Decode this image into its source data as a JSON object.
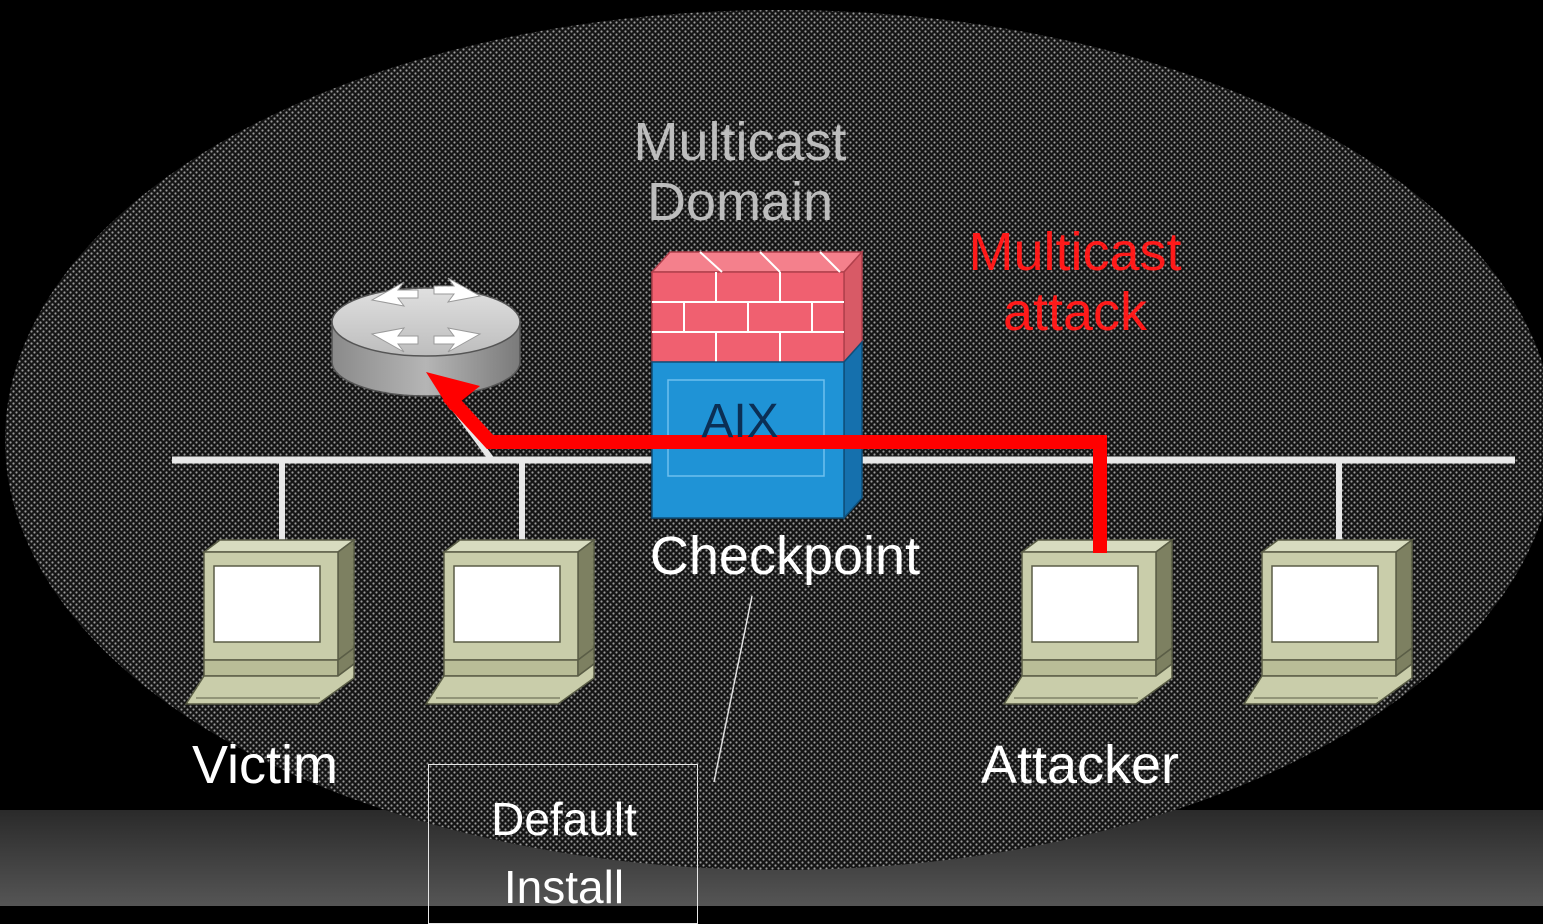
{
  "diagram": {
    "title": "Multicast Domain",
    "attack_label": "Multicast attack",
    "firewall_label": "AIX",
    "checkpoint_label": "Checkpoint",
    "victim_label": "Victim",
    "attacker_label": "Attacker",
    "callout_text": "Default Install",
    "colors": {
      "attack_path": "#ff0000",
      "firewall_brick": "#f06070",
      "firewall_body": "#1f93d6",
      "domain_dots": "#9a9a9a",
      "network_bus": "#e8e8e8",
      "title_text": "#bdbdbd"
    },
    "icons": [
      "router-icon",
      "firewall-icon",
      "computer-icon"
    ]
  }
}
